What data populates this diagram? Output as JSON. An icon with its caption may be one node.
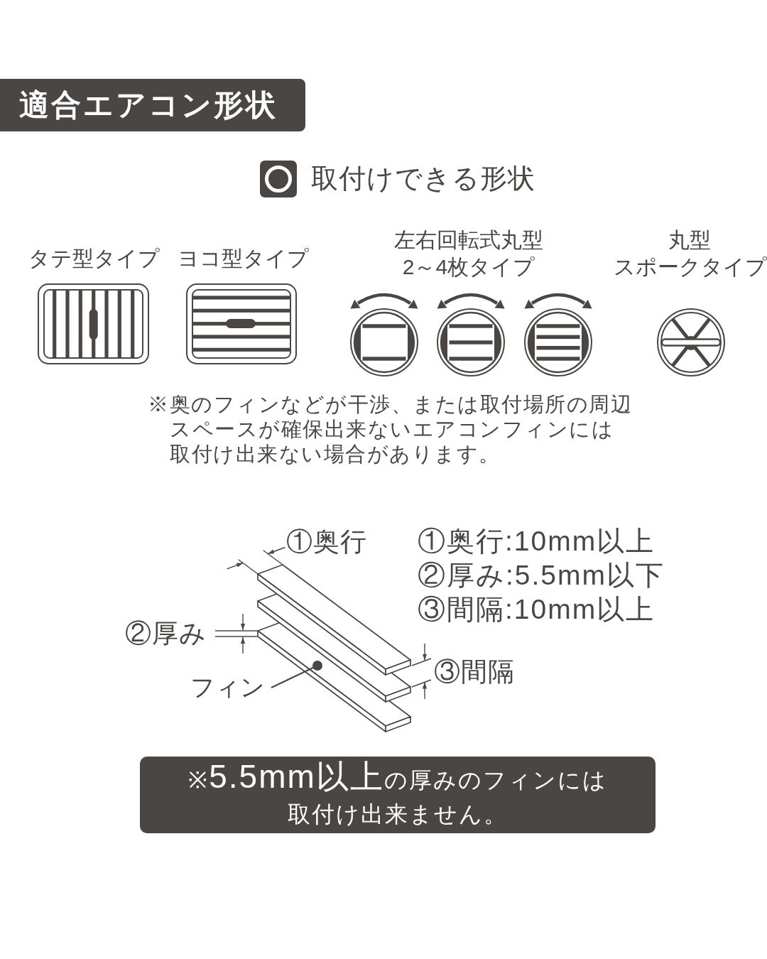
{
  "diagram": {
    "title": "適合エアコン形状",
    "nodes": [
      {
        "text": [],
        "shape": "bar"
      },
      {
        "text": [
          "フィン"
        ]
      },
      {
        "text": [
          "※**5.5mm以上**の厚みのフィンには取付け出来ません。"
        ]
      }
    ],
    "edges": [
      {
        "from": 1,
        "to": 0,
        "arrow": "other"
      }
    ],
    "labels": [
      "取付けできる形状",
      "タテ型タイプ",
      "ヨコ型タイプ",
      "左右回転式丸型2～4枚タイプ",
      "丸型スポークタイプ",
      "※奥のフィンなどが干渉、または取付場所の周辺スペースが確保出来ないエアコンフィンには取付け出来ない場合があります。",
      "①奥行",
      "①奥行:10mm以上",
      "②厚み:5.5mm以下",
      "③間隔:10mm以上",
      "②厚み",
      "③間隔"
    ]
  }
}
